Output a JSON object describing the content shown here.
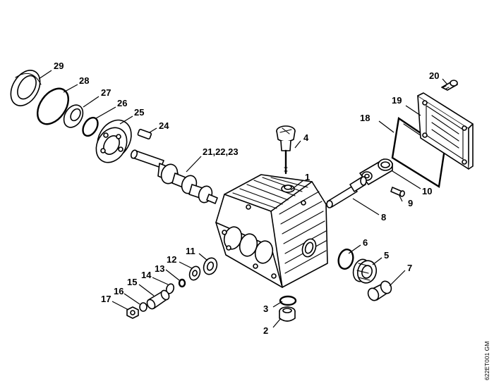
{
  "drawing_code": "622ET001 GM",
  "callouts": [
    {
      "id": "1",
      "text": "1"
    },
    {
      "id": "2",
      "text": "2"
    },
    {
      "id": "3",
      "text": "3"
    },
    {
      "id": "4",
      "text": "4"
    },
    {
      "id": "5",
      "text": "5"
    },
    {
      "id": "6",
      "text": "6"
    },
    {
      "id": "7",
      "text": "7"
    },
    {
      "id": "8",
      "text": "8"
    },
    {
      "id": "9",
      "text": "9"
    },
    {
      "id": "10",
      "text": "10"
    },
    {
      "id": "11",
      "text": "11"
    },
    {
      "id": "12",
      "text": "12"
    },
    {
      "id": "13",
      "text": "13"
    },
    {
      "id": "14",
      "text": "14"
    },
    {
      "id": "15",
      "text": "15"
    },
    {
      "id": "16",
      "text": "16"
    },
    {
      "id": "17",
      "text": "17"
    },
    {
      "id": "18",
      "text": "18"
    },
    {
      "id": "19",
      "text": "19"
    },
    {
      "id": "20",
      "text": "20"
    },
    {
      "id": "21-23",
      "text": "21,22,23"
    },
    {
      "id": "24",
      "text": "24"
    },
    {
      "id": "25",
      "text": "25"
    },
    {
      "id": "26",
      "text": "26"
    },
    {
      "id": "27",
      "text": "27"
    },
    {
      "id": "28",
      "text": "28"
    },
    {
      "id": "29",
      "text": "29"
    }
  ]
}
